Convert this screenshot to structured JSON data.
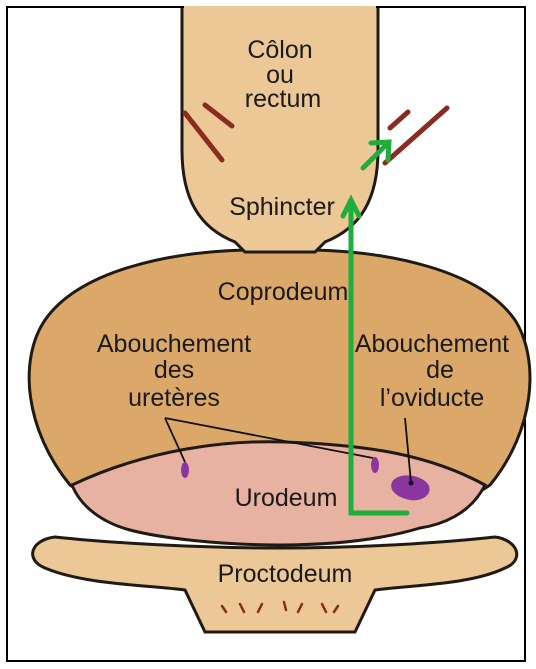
{
  "labels": {
    "colon_line1": "Côlon",
    "colon_line2": "ou",
    "colon_line3": "rectum",
    "sphincter": "Sphincter",
    "coprodeum": "Coprodeum",
    "ureters_line1": "Abouchement",
    "ureters_line2": "des",
    "ureters_line3": "uretères",
    "oviduct_line1": "Abouchement",
    "oviduct_line2": "de",
    "oviduct_line3": "l’oviducte",
    "urodeum": "Urodeum",
    "proctodeum": "Proctodeum"
  },
  "colors": {
    "tissue": "#ecc896",
    "tissue_outline": "#1f1a14",
    "coprodeum_fill": "#dba86a",
    "urodeum_fill": "#e8b2a2",
    "orifice": "#8a35a0",
    "muscle": "#8b2a1e",
    "arrow": "#1fae3c"
  }
}
